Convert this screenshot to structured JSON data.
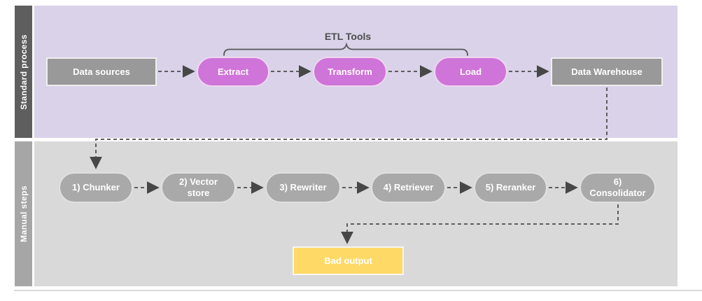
{
  "diagram": {
    "lanes": [
      {
        "label": "Standard process"
      },
      {
        "label": "Manual steps"
      }
    ],
    "brace_label": "ETL Tools",
    "standard": {
      "data_sources": "Data sources",
      "extract": "Extract",
      "transform": "Transform",
      "load": "Load",
      "data_warehouse": "Data Warehouse"
    },
    "manual": {
      "chunker": "1) Chunker",
      "vector_store": "2) Vector store",
      "rewriter": "3) Rewriter",
      "retriever": "4) Retriever",
      "reranker": "5) Reranker",
      "consolidator": "6) Consolidator",
      "bad_output": "Bad output"
    },
    "colors": {
      "lane1_bar": "#5e5e5e",
      "lane1_bg": "#d9d2e9",
      "lane2_bar": "#a6a6a6",
      "lane2_bg": "#d9d9d9",
      "etl_pill": "#cf74d8",
      "gray_node": "#999999",
      "manual_pill": "#a9a9a9",
      "bad_output": "#ffd966",
      "connector": "#5d5d5d",
      "arrowhead": "#474747"
    }
  }
}
